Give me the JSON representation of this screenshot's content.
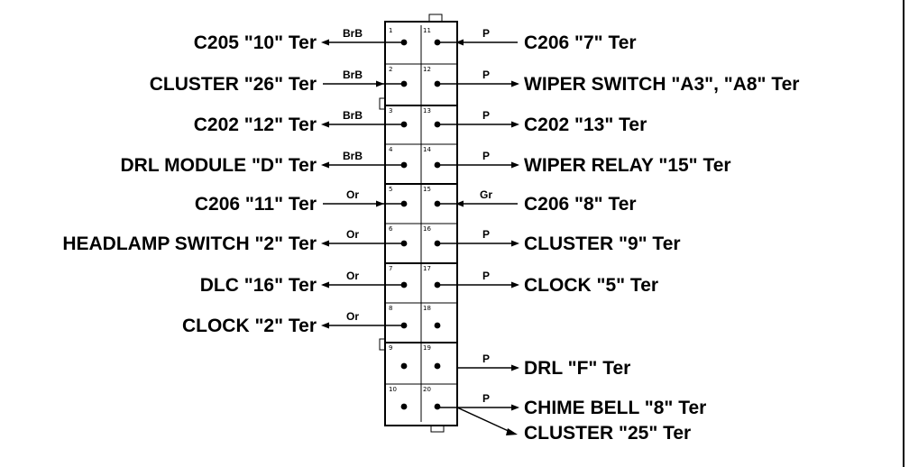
{
  "connector": {
    "left_pins": [
      "1",
      "2",
      "3",
      "4",
      "5",
      "6",
      "7",
      "8",
      "9",
      "10"
    ],
    "right_pins": [
      "11",
      "12",
      "13",
      "14",
      "15",
      "16",
      "17",
      "18",
      "19",
      "20"
    ]
  },
  "left_circuits": [
    {
      "label": "C205 \"10\" Ter",
      "wire": "BrB",
      "direction": "out"
    },
    {
      "label": "CLUSTER \"26\" Ter",
      "wire": "BrB",
      "direction": "in"
    },
    {
      "label": "C202 \"12\" Ter",
      "wire": "BrB",
      "direction": "out"
    },
    {
      "label": "DRL MODULE \"D\" Ter",
      "wire": "BrB",
      "direction": "out"
    },
    {
      "label": "C206 \"11\" Ter",
      "wire": "Or",
      "direction": "in"
    },
    {
      "label": "HEADLAMP SWITCH \"2\" Ter",
      "wire": "Or",
      "direction": "out"
    },
    {
      "label": "DLC \"16\" Ter",
      "wire": "Or",
      "direction": "out"
    },
    {
      "label": "CLOCK \"2\" Ter",
      "wire": "Or",
      "direction": "out"
    }
  ],
  "right_circuits": [
    {
      "label": "C206 \"7\" Ter",
      "wire": "P",
      "direction": "in"
    },
    {
      "label": "WIPER SWITCH \"A3\", \"A8\" Ter",
      "wire": "P",
      "direction": "out"
    },
    {
      "label": "C202 \"13\" Ter",
      "wire": "P",
      "direction": "out"
    },
    {
      "label": "WIPER RELAY \"15\" Ter",
      "wire": "P",
      "direction": "out"
    },
    {
      "label": "C206 \"8\" Ter",
      "wire": "Gr",
      "direction": "in"
    },
    {
      "label": "CLUSTER \"9\" Ter",
      "wire": "P",
      "direction": "out"
    },
    {
      "label": "CLOCK \"5\" Ter",
      "wire": "P",
      "direction": "out"
    },
    {
      "label": "DRL \"F\" Ter",
      "wire": "P",
      "direction": "out"
    },
    {
      "label": "CHIME BELL \"8\" Ter",
      "wire": "P",
      "direction": "out"
    },
    {
      "label": "CLUSTER \"25\" Ter",
      "wire": "",
      "direction": "out"
    }
  ]
}
